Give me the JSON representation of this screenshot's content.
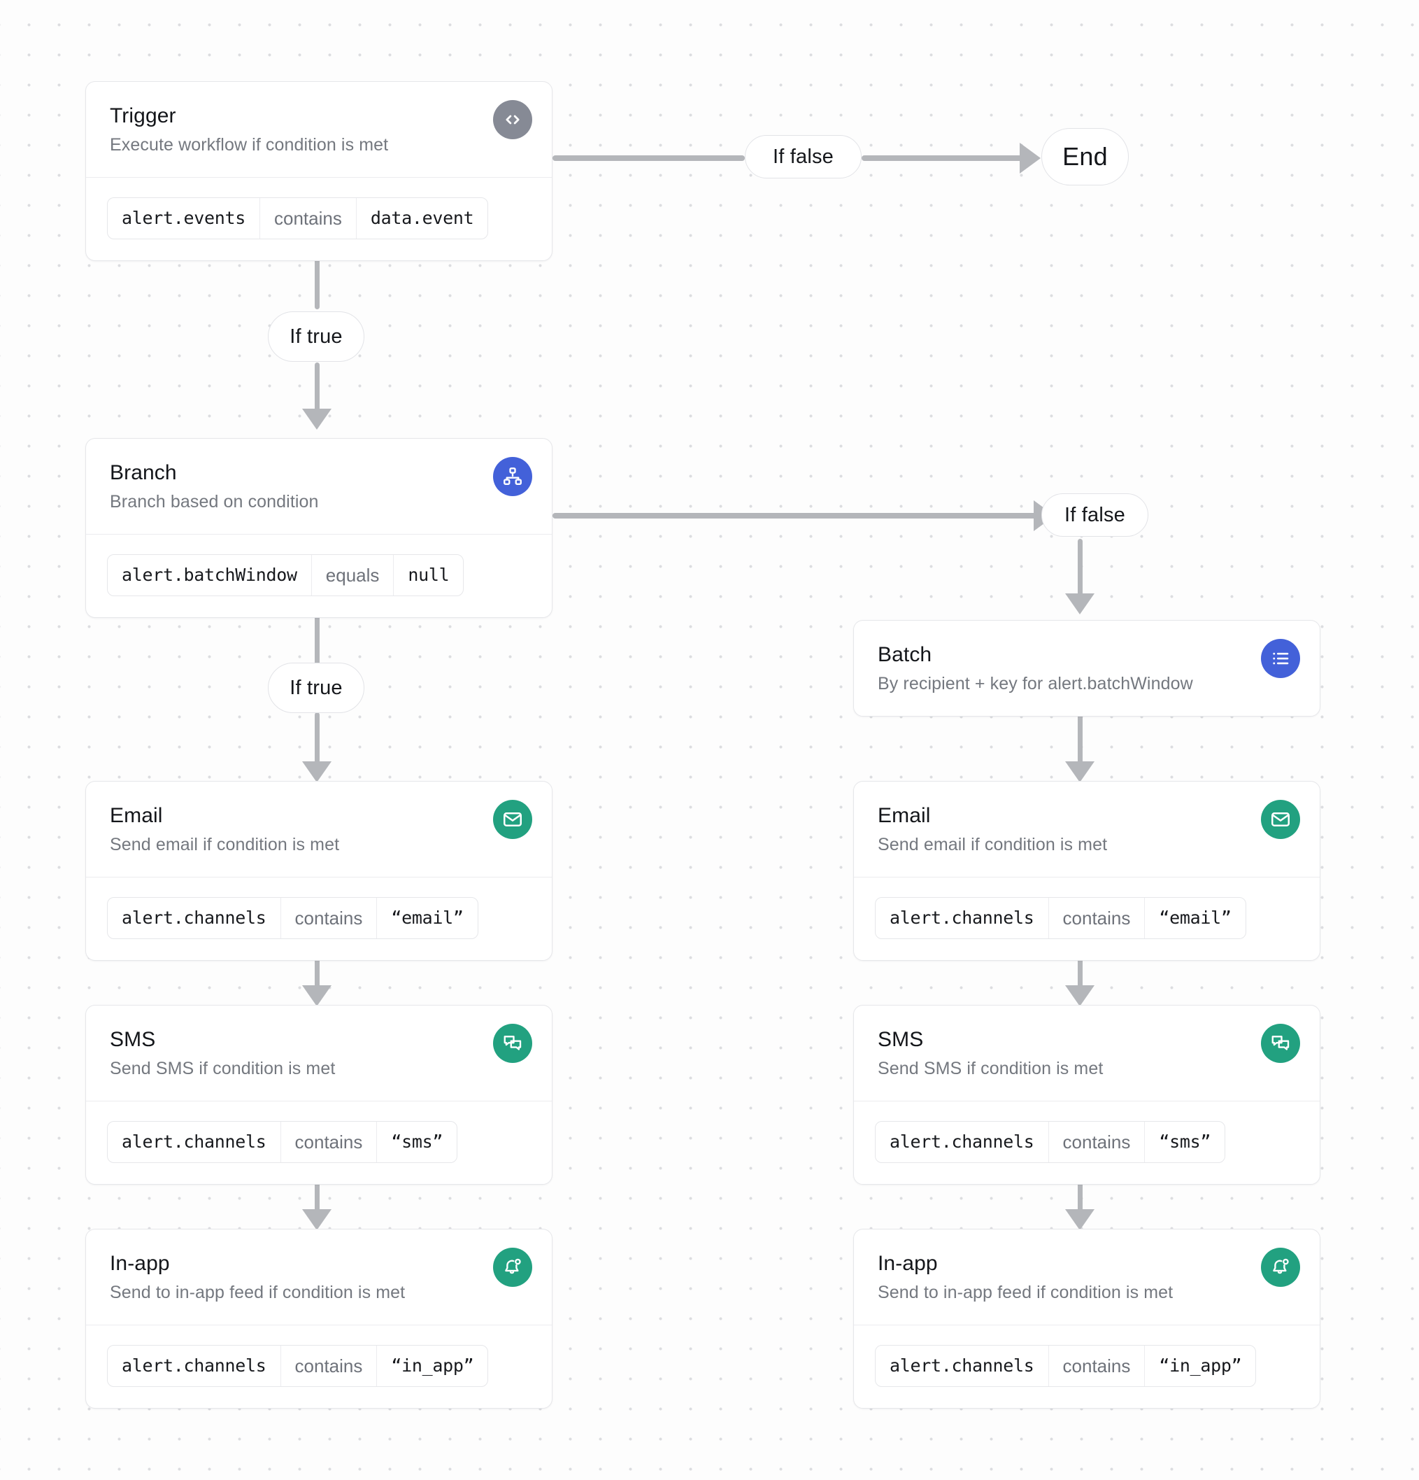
{
  "canvas": {
    "background": "#fdfdfd",
    "dot_color": "#dcdde0"
  },
  "colors": {
    "trigger_icon_bg": "#868a95",
    "branch_icon_bg": "#4361d9",
    "batch_icon_bg": "#4361d9",
    "channel_icon_bg": "#22a180",
    "connector": "#b4b6ba",
    "card_border": "#e6e7ea",
    "title_text": "#14161a",
    "subtitle_text": "#74787f"
  },
  "nodes": {
    "trigger": {
      "title": "Trigger",
      "subtitle": "Execute workflow if condition is met",
      "icon": "code-icon",
      "condition": {
        "field": "alert.events",
        "operator": "contains",
        "value": "data.event"
      }
    },
    "branch": {
      "title": "Branch",
      "subtitle": "Branch based on condition",
      "icon": "hierarchy-icon",
      "condition": {
        "field": "alert.batchWindow",
        "operator": "equals",
        "value": "null"
      }
    },
    "batch": {
      "title": "Batch",
      "subtitle": "By recipient + key for alert.batchWindow",
      "icon": "list-icon"
    },
    "email_left": {
      "title": "Email",
      "subtitle": "Send email if condition is met",
      "icon": "envelope-icon",
      "condition": {
        "field": "alert.channels",
        "operator": "contains",
        "value": "“email”"
      }
    },
    "sms_left": {
      "title": "SMS",
      "subtitle": "Send SMS if condition is met",
      "icon": "chat-bubbles-icon",
      "condition": {
        "field": "alert.channels",
        "operator": "contains",
        "value": "“sms”"
      }
    },
    "inapp_left": {
      "title": "In-app",
      "subtitle": "Send to in-app feed if condition is met",
      "icon": "bell-icon",
      "condition": {
        "field": "alert.channels",
        "operator": "contains",
        "value": "“in_app”"
      }
    },
    "email_right": {
      "title": "Email",
      "subtitle": "Send email if condition is met",
      "icon": "envelope-icon",
      "condition": {
        "field": "alert.channels",
        "operator": "contains",
        "value": "“email”"
      }
    },
    "sms_right": {
      "title": "SMS",
      "subtitle": "Send SMS if condition is met",
      "icon": "chat-bubbles-icon",
      "condition": {
        "field": "alert.channels",
        "operator": "contains",
        "value": "“sms”"
      }
    },
    "inapp_right": {
      "title": "In-app",
      "subtitle": "Send to in-app feed if condition is met",
      "icon": "bell-icon",
      "condition": {
        "field": "alert.channels",
        "operator": "contains",
        "value": "“in_app”"
      }
    }
  },
  "pills": {
    "trigger_false": "If false",
    "end": "End",
    "trigger_true": "If true",
    "branch_false": "If false",
    "branch_true": "If true"
  }
}
